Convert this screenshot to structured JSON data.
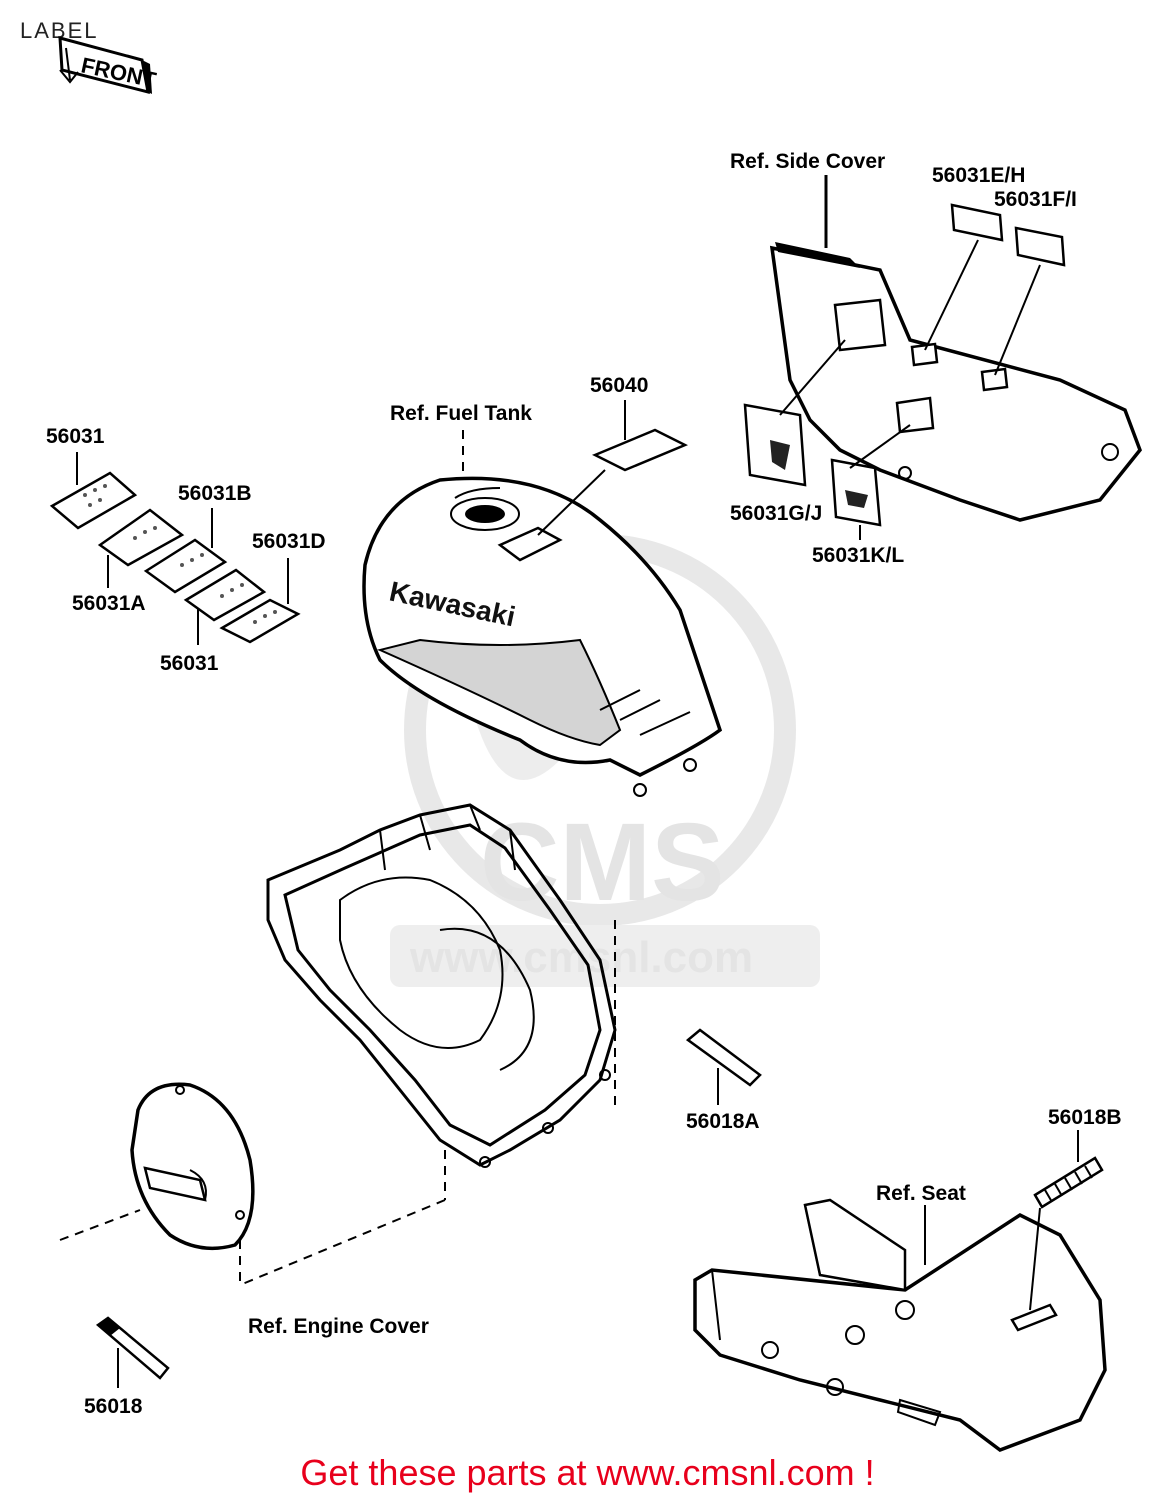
{
  "header": {
    "title": "LABEL",
    "front_mark": "FRONT"
  },
  "watermark": {
    "logo": "CMS",
    "url": "www.cmsnl.com"
  },
  "references": {
    "side_cover": "Ref. Side Cover",
    "fuel_tank": "Ref. Fuel Tank",
    "engine_cover": "Ref. Engine Cover",
    "seat": "Ref. Seat"
  },
  "tank_brand": "Kawasaki",
  "parts": {
    "p56031_top": "56031",
    "p56031A": "56031A",
    "p56031B": "56031B",
    "p56031D": "56031D",
    "p56031_bottom": "56031",
    "p56040": "56040",
    "p56031EH": "56031E/H",
    "p56031FI": "56031F/I",
    "p56031GJ": "56031G/J",
    "p56031KL": "56031K/L",
    "p56018A": "56018A",
    "p56018B": "56018B",
    "p56018": "56018"
  },
  "footer": {
    "text": "Get these parts at www.cmsnl.com !",
    "color": "#e8001c"
  }
}
